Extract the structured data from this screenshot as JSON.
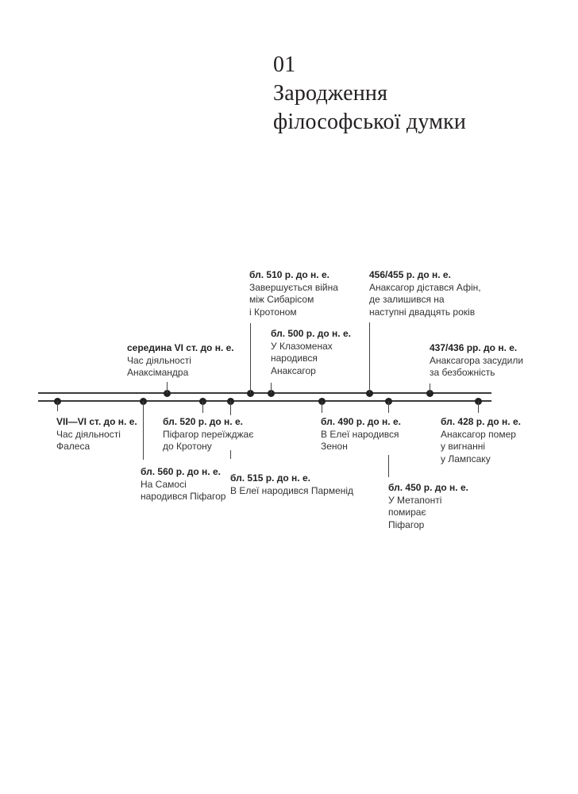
{
  "chapter": {
    "number": "01",
    "title_line1": "Зародження",
    "title_line2": "філософської думки"
  },
  "timeline": {
    "events": [
      {
        "date": "VII—VI ст. до н. е.",
        "lines": [
          "Час діяльності",
          "Фалеса"
        ]
      },
      {
        "date": "бл. 560 р. до н. е.",
        "lines": [
          "На Самосі",
          "народився Піфагор"
        ]
      },
      {
        "date": "середина VI ст. до н. е.",
        "lines": [
          "Час діяльності",
          "Анаксімандра"
        ]
      },
      {
        "date": "бл. 520 р. до н. е.",
        "lines": [
          "Піфагор переїжджає",
          "до Кротону"
        ]
      },
      {
        "date": "бл. 515 р. до н. е.",
        "lines": [
          "В Елеї народився Парменід"
        ]
      },
      {
        "date": "бл. 510 р. до н. е.",
        "lines": [
          "Завершується війна",
          "між Сибарісом",
          "і Кротоном"
        ]
      },
      {
        "date": "бл. 500 р. до н. е.",
        "lines": [
          "У Клазоменах",
          "народився",
          "Анаксагор"
        ]
      },
      {
        "date": "бл. 490 р. до н. е.",
        "lines": [
          "В Елеї народився",
          "Зенон"
        ]
      },
      {
        "date": "456/455 р. до н. е.",
        "lines": [
          "Анаксагор дістався Афін,",
          "де залишився на",
          "наступні двадцять років"
        ]
      },
      {
        "date": "бл. 450 р. до н. е.",
        "lines": [
          "У Метапонті",
          "помирає",
          "Піфагор"
        ]
      },
      {
        "date": "437/436 рр. до н. е.",
        "lines": [
          "Анаксагора засудили",
          "за безбожність"
        ]
      },
      {
        "date": "бл. 428 р. до н. е.",
        "lines": [
          "Анаксагор помер",
          "у вигнанні",
          "у Лампсаку"
        ]
      }
    ]
  }
}
